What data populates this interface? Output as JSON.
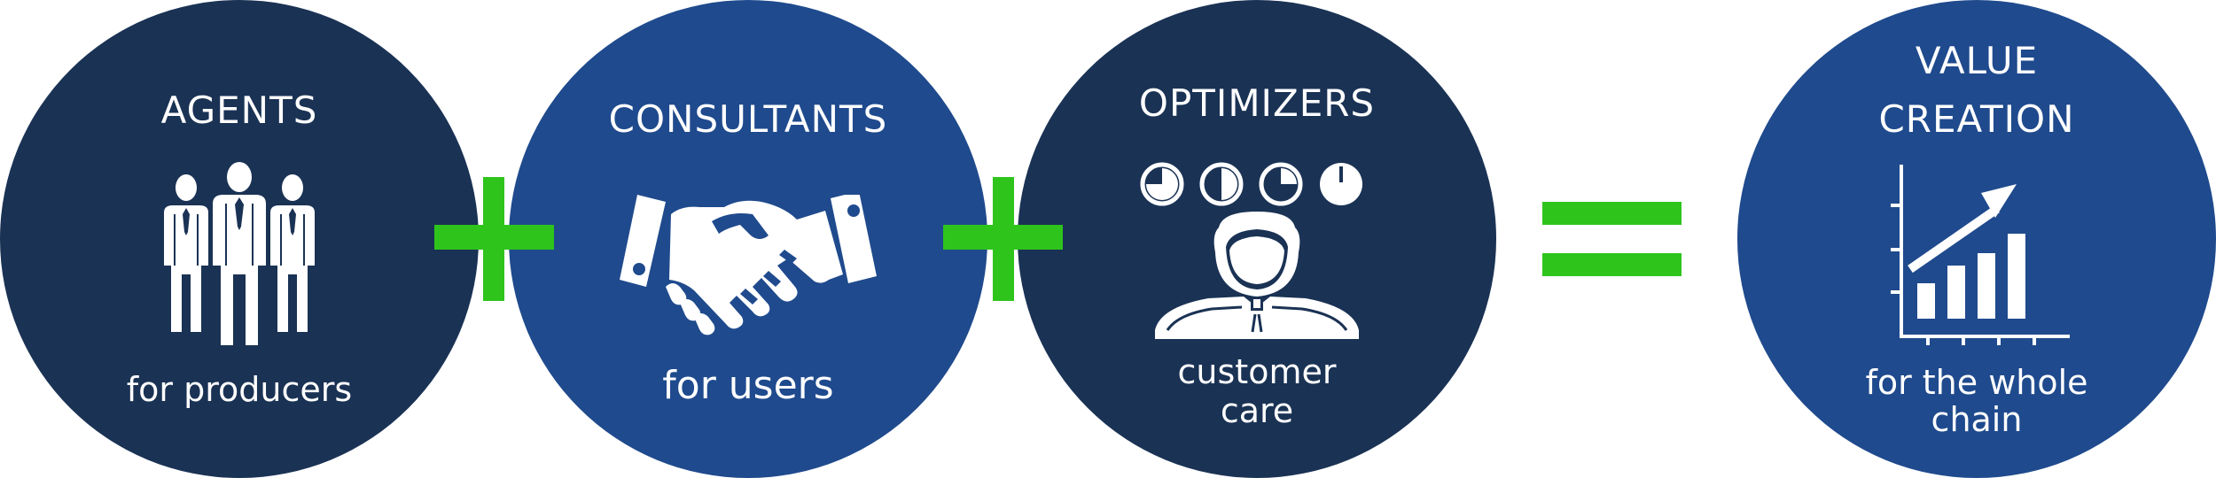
{
  "stages": [
    {
      "title": "AGENTS",
      "subtitle": "for producers",
      "icon": "business-people-icon",
      "color": "#1a3254"
    },
    {
      "title": "CONSULTANTS",
      "subtitle": "for users",
      "icon": "handshake-icon",
      "color": "#1f4a8d"
    },
    {
      "title": "OPTIMIZERS",
      "subtitle_lines": [
        "customer",
        "care"
      ],
      "icon": "support-person-icon",
      "color": "#1a3254"
    }
  ],
  "result": {
    "title_lines": [
      "VALUE",
      "CREATION"
    ],
    "subtitle_lines": [
      "for the whole",
      "chain"
    ],
    "icon": "growth-chart-icon",
    "color": "#1f4a8d"
  },
  "operators": {
    "plus": "plus-icon",
    "equals": "equals-icon",
    "color": "#2ec41c"
  }
}
